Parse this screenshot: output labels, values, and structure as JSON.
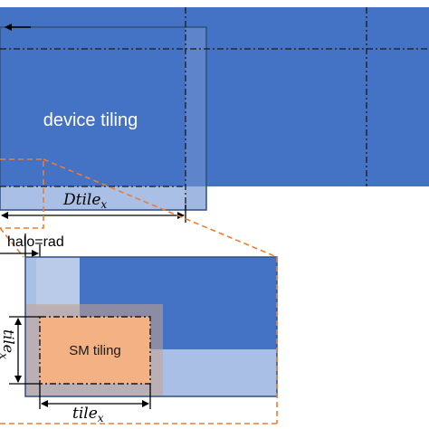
{
  "labels": {
    "device_tiling": "device tiling",
    "dtile_base": "Dtile",
    "dtile_sub": "x",
    "halo": "halo=rad",
    "sm_tiling": "SM tiling",
    "tile_h_base": "tile",
    "tile_h_sub": "x",
    "tile_v_base": "tile",
    "tile_v_sub": "x"
  },
  "colors": {
    "device_blue": "#4472c4",
    "halo_blue": "#a9bfe6",
    "tile_orange": "#f4b183",
    "orange_dashed": "#ed7d31",
    "dark": "#1f1f1f",
    "outline": "#2f4f7f"
  }
}
